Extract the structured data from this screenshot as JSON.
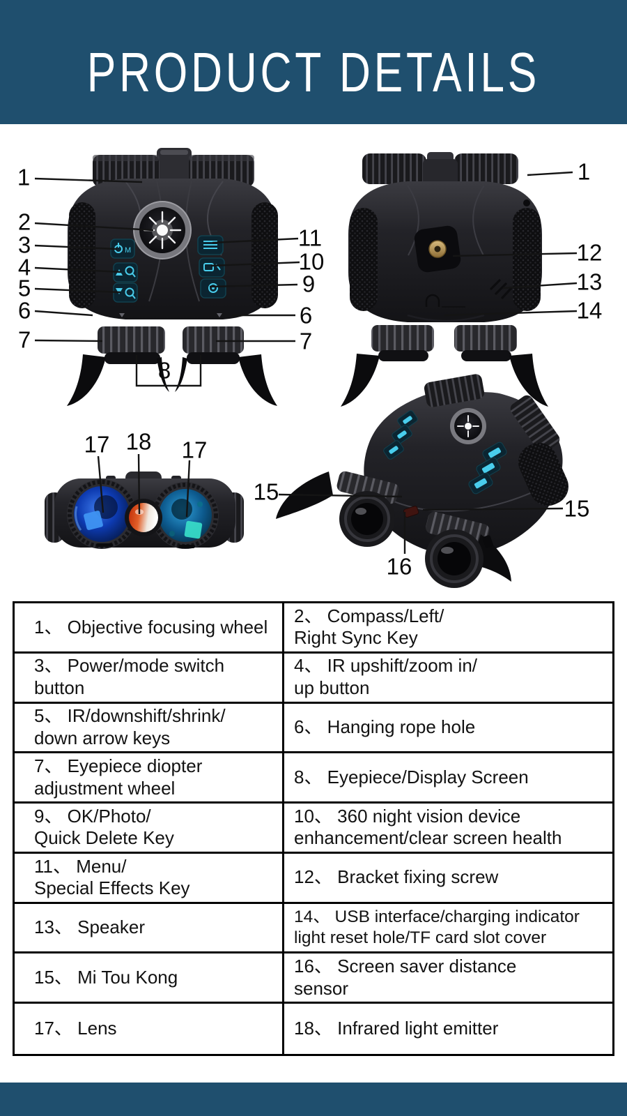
{
  "colors": {
    "band": "#1f4f6e",
    "title_text": "#ffffff",
    "table_border": "#000000",
    "body_text": "#121212",
    "device_button_accent": "#49cdec",
    "lens_blue": "#0d3ab0",
    "lens_teal": "#0d5a8e",
    "ir_emitter_red": "#c22f07",
    "bracket_screw_brass": "#b5965a"
  },
  "header": {
    "title": "PRODUCT DETAILS"
  },
  "figures": {
    "top": {
      "description": "top view with compass and buttons",
      "callouts": [
        "1",
        "2",
        "3",
        "4",
        "5",
        "6",
        "7",
        "8",
        "9",
        "10",
        "11"
      ]
    },
    "bottom": {
      "description": "underside view with tripod screw",
      "callouts": [
        "1",
        "12",
        "13",
        "14"
      ]
    },
    "front": {
      "description": "objective lens front view",
      "callouts": [
        "17",
        "18"
      ]
    },
    "angled": {
      "description": "angled eyepiece view",
      "callouts": [
        "15",
        "16"
      ]
    }
  },
  "table": {
    "rows": [
      {
        "left": "1、 Objective focusing wheel",
        "right": "2、 Compass/Left/\nRight Sync Key"
      },
      {
        "left": "3、 Power/mode switch\nbutton",
        "right": "4、 IR upshift/zoom in/\nup button"
      },
      {
        "left": "5、  IR/downshift/shrink/\ndown arrow keys",
        "right": "6、 Hanging rope hole"
      },
      {
        "left": "7、 Eyepiece diopter\nadjustment wheel",
        "right": "8、 Eyepiece/Display Screen"
      },
      {
        "left": "9、 OK/Photo/\nQuick Delete Key",
        "right": "10、 360 night vision device\nenhancement/clear screen health"
      },
      {
        "left": "11、 Menu/\nSpecial Effects Key",
        "right": "12、 Bracket fixing screw"
      },
      {
        "left": "13、 Speaker",
        "right": "14、 USB interface/charging  indicator\nlight reset hole/TF card slot cover"
      },
      {
        "left": "15、 Mi Tou Kong",
        "right": "16、 Screen saver distance\nsensor"
      },
      {
        "left": "17、 Lens",
        "right": "18、 Infrared light emitter"
      }
    ]
  }
}
